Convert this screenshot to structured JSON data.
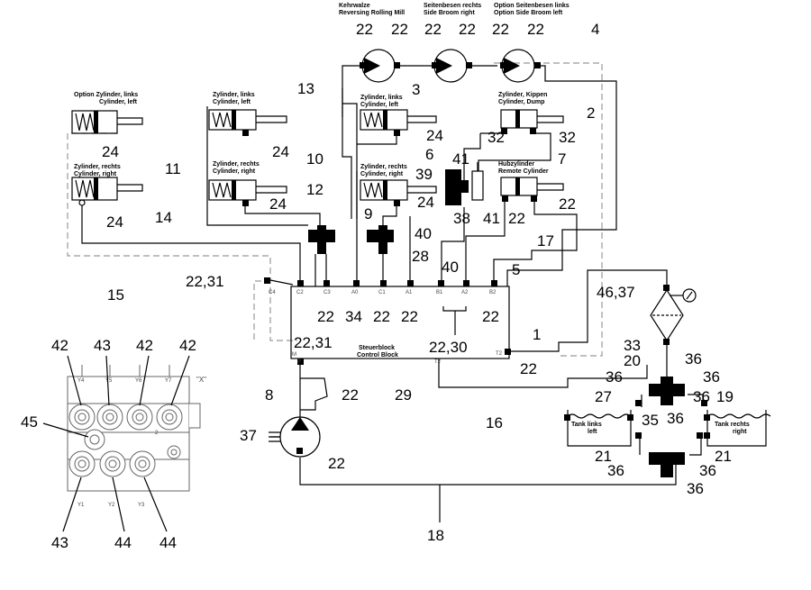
{
  "title_labels": {
    "kehrwalze": [
      "Kehrwalze",
      "Reversing Rolling Mill"
    ],
    "seitenbesen_rechts": [
      "Seitenbesen rechts",
      "Side Broom right"
    ],
    "option_seitenbesen_links": [
      "Option Seitenbesen links",
      "Option Side Broom left"
    ]
  },
  "component_labels": {
    "option_zylinder_links": [
      "Option Zylinder, links",
      "Cylinder, left"
    ],
    "zylinder_rechts_left_col": [
      "Zylinder, rechts",
      "Cylinder, right"
    ],
    "zylinder_links_mid": [
      "Zylinder, links",
      "Cylinder, left"
    ],
    "zylinder_rechts_mid": [
      "Zylinder, rechts",
      "Cylinder, right"
    ],
    "zylinder_links_center": [
      "Zylinder, links",
      "Cylinder, left"
    ],
    "zylinder_rechts_center": [
      "Zylinder, rechts",
      "Cylinder, right"
    ],
    "zylinder_kippen": [
      "Zylinder, Kippen",
      "Cylinder, Dump"
    ],
    "hubzylinder": [
      "Hubzylinder",
      "Remote Cylinder"
    ],
    "steuerblock": [
      "Steuerblock",
      "Control Block"
    ],
    "tank_links": [
      "Tank links",
      "left"
    ],
    "tank_rechts": [
      "Tank rechts",
      "right"
    ]
  },
  "port_labels": [
    "C4",
    "C2",
    "C3",
    "A0",
    "C1",
    "A1",
    "B1",
    "A2",
    "B2",
    "M",
    "P",
    "T2",
    "T2"
  ],
  "valve_block": {
    "coil_labels": [
      "Y4",
      "Y5",
      "Y6",
      "Y7",
      "Y1",
      "Y2",
      "Y3"
    ],
    "x_label": "\"X\"",
    "small_marks": [
      "2"
    ]
  },
  "callouts": [
    "22",
    "22",
    "22",
    "22",
    "22",
    "22",
    "4",
    "3",
    "2",
    "13",
    "24",
    "32",
    "32",
    "6",
    "41",
    "7",
    "10",
    "39",
    "24",
    "24",
    "24",
    "11",
    "12",
    "9",
    "38",
    "41",
    "22",
    "22",
    "24",
    "24",
    "14",
    "40",
    "28",
    "17",
    "5",
    "15",
    "40",
    "22,31",
    "46,37",
    "22",
    "34",
    "22",
    "22",
    "22",
    "22,31",
    "22,30",
    "1",
    "42",
    "43",
    "42",
    "42",
    "33",
    "20",
    "36",
    "36",
    "36",
    "19",
    "36",
    "36",
    "27",
    "35",
    "22",
    "8",
    "29",
    "22",
    "16",
    "45",
    "37",
    "21",
    "21",
    "22",
    "36",
    "36",
    "36",
    "43",
    "44",
    "44",
    "18"
  ],
  "colors": {
    "line": "#000000",
    "dashed_line": "#999999",
    "background": "#ffffff"
  }
}
